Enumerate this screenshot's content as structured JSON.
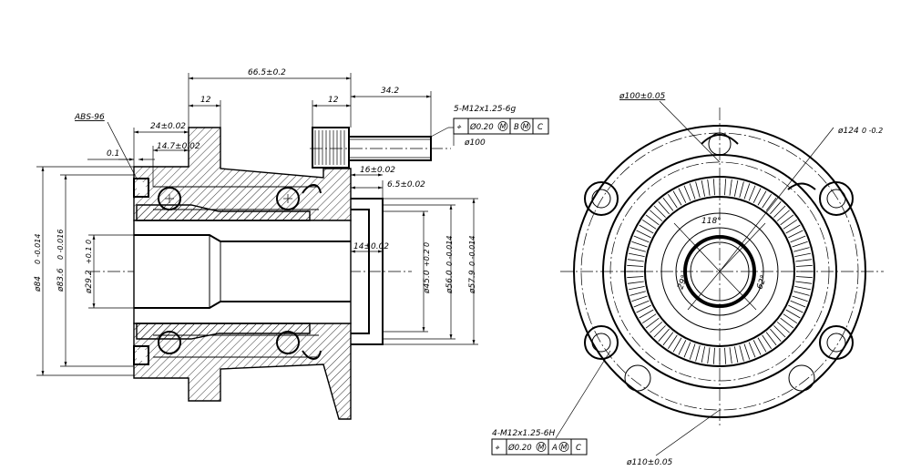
{
  "side_view": {
    "abs_label": "ABS-96",
    "dims": {
      "overall_length": "66.5±0.2",
      "flange_width": "12",
      "stud_head": "12",
      "stud_length": "34.2",
      "face_24": "24±0.02",
      "face_147": "14.7±0.02",
      "gap_01": "0.1",
      "d_16": "16±0.02",
      "d_65": "6.5±0.02",
      "d_14": "14±0.02",
      "dia_84": "ø84",
      "dia_84_tol": "0 -0.014",
      "dia_836": "ø83.6",
      "dia_836_tol": "0 -0.016",
      "dia_292": "ø29.2",
      "dia_292_tol": "+0.1 0",
      "dia_45": "ø45.0",
      "dia_45_tol": "+0.2 0",
      "dia_56": "ø56.0",
      "dia_56_tol": "0 -0.014",
      "dia_579": "ø57.9",
      "dia_579_tol": "0 -0.014"
    },
    "stud_fcf": {
      "thread": "5-M12x1.25-6g",
      "symbol": "⌖",
      "tolerance": "Ø0.20",
      "modifier": "M",
      "datum1": "B",
      "datum1_mod": "M",
      "datum2": "C",
      "pcd": "ø100"
    }
  },
  "front_view": {
    "d_100": "ø100±0.05",
    "d_124": "ø124",
    "d_124_tol": "0 -0.2",
    "angle_118": "118°",
    "angle_29": "29°",
    "angle_62": "62°",
    "d_110": "ø110±0.05",
    "hole_fcf": {
      "thread": "4-M12x1.25-6H",
      "symbol": "⌖",
      "tolerance": "Ø0.20",
      "modifier": "M",
      "datum1": "A",
      "datum1_mod": "M",
      "datum2": "C"
    }
  }
}
